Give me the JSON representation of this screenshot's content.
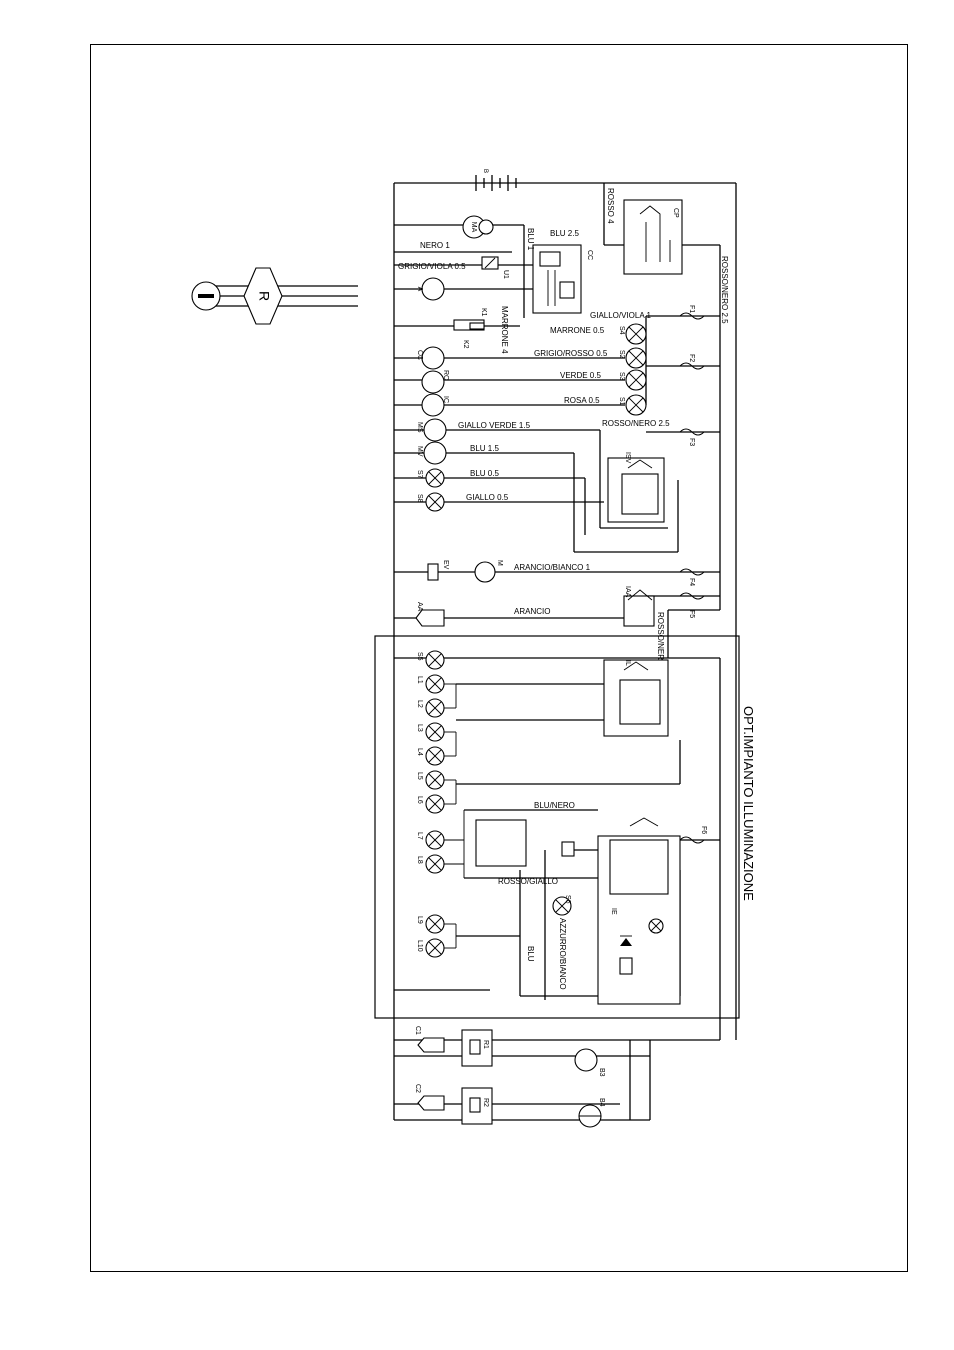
{
  "plug": {
    "label": "R"
  },
  "option_title": "OPT.IMPIANTO ILLUMINAZIONE",
  "wire_labels": {
    "nero_1": "NERO 1",
    "grigio_viola": "GRIGIO/VIOLA 0.5",
    "blu_2_5": "BLU 2.5",
    "blu_1": "BLU 1",
    "marrone_4": "MARRONE 4",
    "giallo_viola": "GIALLO/VIOLA 1",
    "marrone_05": "MARRONE 0.5",
    "grigio_rosso": "GRIGIO/ROSSO 0.5",
    "verde": "VERDE 0.5",
    "rosa": "ROSA 0.5",
    "giallo_verde": "GIALLO VERDE 1.5",
    "rosso_nero_25a": "ROSSO/NERO 2.5",
    "blu_15": "BLU 1.5",
    "blu_05": "BLU 0.5",
    "giallo_05": "GIALLO 0.5",
    "arancio_bianco": "ARANCIO/BIANCO 1",
    "arancio": "ARANCIO",
    "rosso_nero": "ROSSO/NERO",
    "blu_nero": "BLU/NERO",
    "rosso_giallo": "ROSSO/GIALLO",
    "azzurro_bianco": "AZZURRO/BIANCO",
    "blu": "BLU",
    "rosso_4": "ROSSO 4",
    "rosso_nero_25b": "ROSSO/NERO 2.5"
  },
  "components": {
    "battery": "B",
    "amp": "MA",
    "u1": "U1",
    "a": "A",
    "cc": "CC",
    "k1": "K1",
    "k2": "K2",
    "ic": "IC",
    "rc": "RC",
    "ms": "MS",
    "mv": "MV",
    "s7": "S7",
    "s8": "S8",
    "isv": "ISV",
    "ev": "EV",
    "m": "M",
    "aa": "AA",
    "iaa": "IAA",
    "s5": "S5",
    "il": "IL",
    "cp": "CP",
    "ce": "CC",
    "ie": "IE",
    "s6": "S6",
    "c1": "C1",
    "c2": "C2",
    "r1": "R1",
    "r2": "R2",
    "b3": "B3",
    "b4": "B4"
  },
  "fuses": [
    "F1",
    "F2",
    "F3",
    "F4",
    "F5",
    "F6"
  ],
  "indicators": [
    "S4",
    "S2",
    "S3",
    "S1"
  ],
  "lamps": [
    "L1",
    "L2",
    "L3",
    "L4",
    "L5",
    "L6",
    "L7",
    "L8",
    "L9",
    "L10"
  ]
}
